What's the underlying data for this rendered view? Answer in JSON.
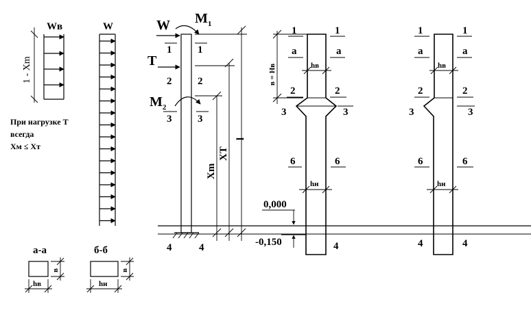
{
  "load_wind_top": {
    "label": "Wв",
    "dim": "1 - Xm"
  },
  "load_wind": {
    "label": "W"
  },
  "note": {
    "line1": "При нагрузке Т",
    "line2": "всегда",
    "line3": "Xм ≤ Xт"
  },
  "column_left": {
    "force_w": "W",
    "moment_1": "M",
    "moment_1_sub": "1",
    "force_t": "T",
    "moment_2": "M",
    "moment_2_sub": "2",
    "sec_1": "1",
    "sec_2": "2",
    "sec_3": "3",
    "sec_4": "4",
    "dim_xm": "Xm",
    "dim_xt": "XT",
    "dim_l": "l"
  },
  "column_mid": {
    "sec_1": "1",
    "sec_a": "a",
    "sec_2": "2",
    "sec_3": "3",
    "sec_6": "6",
    "sec_4": "4",
    "hv": "hв",
    "hn": "hн",
    "dim_hv": "в = Hв",
    "level_0": "0,000",
    "level_minus": "-0,150"
  },
  "column_right": {
    "sec_1": "1",
    "sec_a": "a",
    "sec_2": "2",
    "sec_3": "3",
    "sec_6": "6",
    "sec_4": "4",
    "hv": "hв",
    "hn": "hн"
  },
  "sections": {
    "aa": {
      "title": "а-а",
      "h": "hв",
      "b": "в"
    },
    "bb": {
      "title": "б-б",
      "h": "hн",
      "b": "в"
    }
  }
}
